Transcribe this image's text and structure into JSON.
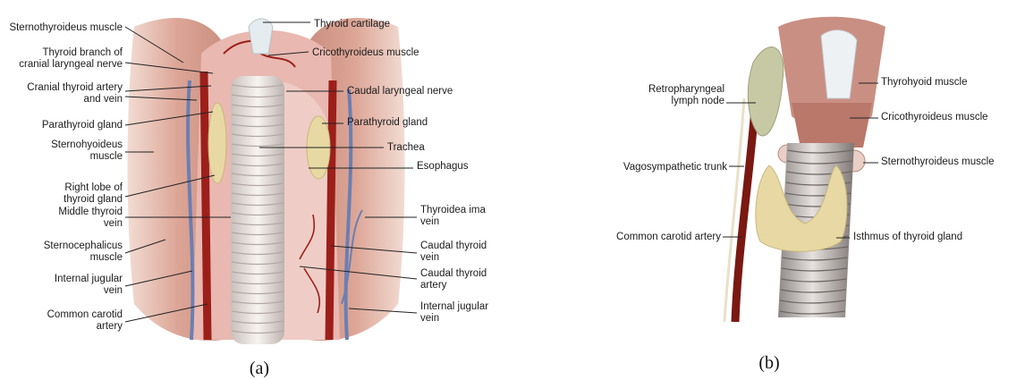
{
  "panel_a": {
    "caption": "(a)",
    "labels_left": [
      [
        "Sternothyroideus muscle"
      ],
      [
        "Thyroid branch of",
        "cranial laryngeal nerve"
      ],
      [
        "Cranial thyroid artery",
        "and vein"
      ],
      [
        "Parathyroid gland"
      ],
      [
        "Sternohyoideus",
        "muscle"
      ],
      [
        "Right lobe of",
        "thyroid gland"
      ],
      [
        "Middle thyroid",
        "vein"
      ],
      [
        "Sternocephalicus",
        "muscle"
      ],
      [
        "Internal jugular",
        "vein"
      ],
      [
        "Common carotid",
        "artery"
      ]
    ],
    "labels_right": [
      [
        "Thyroid cartilage"
      ],
      [
        "Cricothyroideus muscle"
      ],
      [
        "Caudal laryngeal nerve"
      ],
      [
        "Parathyroid gland"
      ],
      [
        "Trachea"
      ],
      [
        "Esophagus"
      ],
      [
        "Thyroidea ima",
        "vein"
      ],
      [
        "Caudal thyroid",
        "vein"
      ],
      [
        "Caudal thyroid",
        "artery"
      ],
      [
        "Internal jugular",
        "vein"
      ]
    ]
  },
  "panel_b": {
    "caption": "(b)",
    "labels_left": [
      [
        "Retropharyngeal",
        "lymph node"
      ],
      [
        "Vagosympathetic trunk"
      ],
      [
        "Common carotid artery"
      ]
    ],
    "labels_right": [
      [
        "Thyrohyoid muscle"
      ],
      [
        "Cricothyroideus muscle"
      ],
      [
        "Sternothyroideus muscle"
      ],
      [
        "Isthmus of thyroid gland"
      ]
    ]
  },
  "colors": {
    "muscle": "#e2b3a4",
    "muscle_dark": "#b9786a",
    "trachea": "#ece6e3",
    "artery": "#9c1f1a",
    "vein": "#6b7fb2",
    "gland": "#e8d9a4"
  }
}
